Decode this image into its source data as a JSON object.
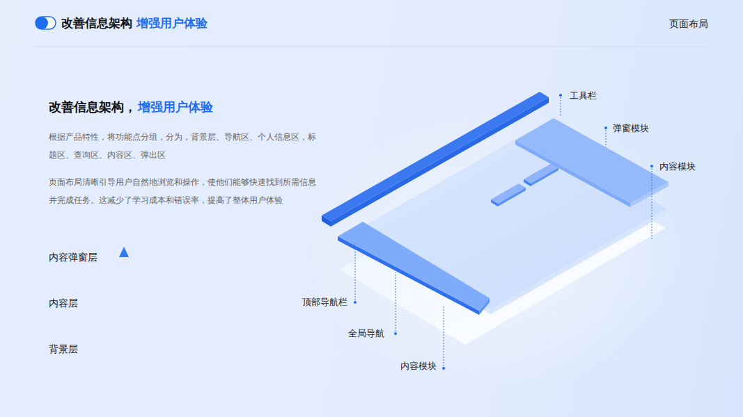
{
  "diagram": {
    "labels": [
      "改善信息架构",
      "增强用户体验",
      "页面布局",
      "改善信息架构，",
      "增强用户体验",
      "根据产品特性，将功能点分组，分为，背景层、导航区、个人信息区，标题区、查询区、内容区、弹出区",
      "页面布局清晰引导用户自然地浏览和操作，使他们能够快速找到所需信息并完成任务。这减少了学习成本和错误率，提高了整体用户体验",
      "内容弹窗层",
      "内容层",
      "背景层",
      "工具栏",
      "弹窗模块",
      "内容模块",
      "顶部导航栏",
      "全局导航",
      "内容模块"
    ]
  }
}
